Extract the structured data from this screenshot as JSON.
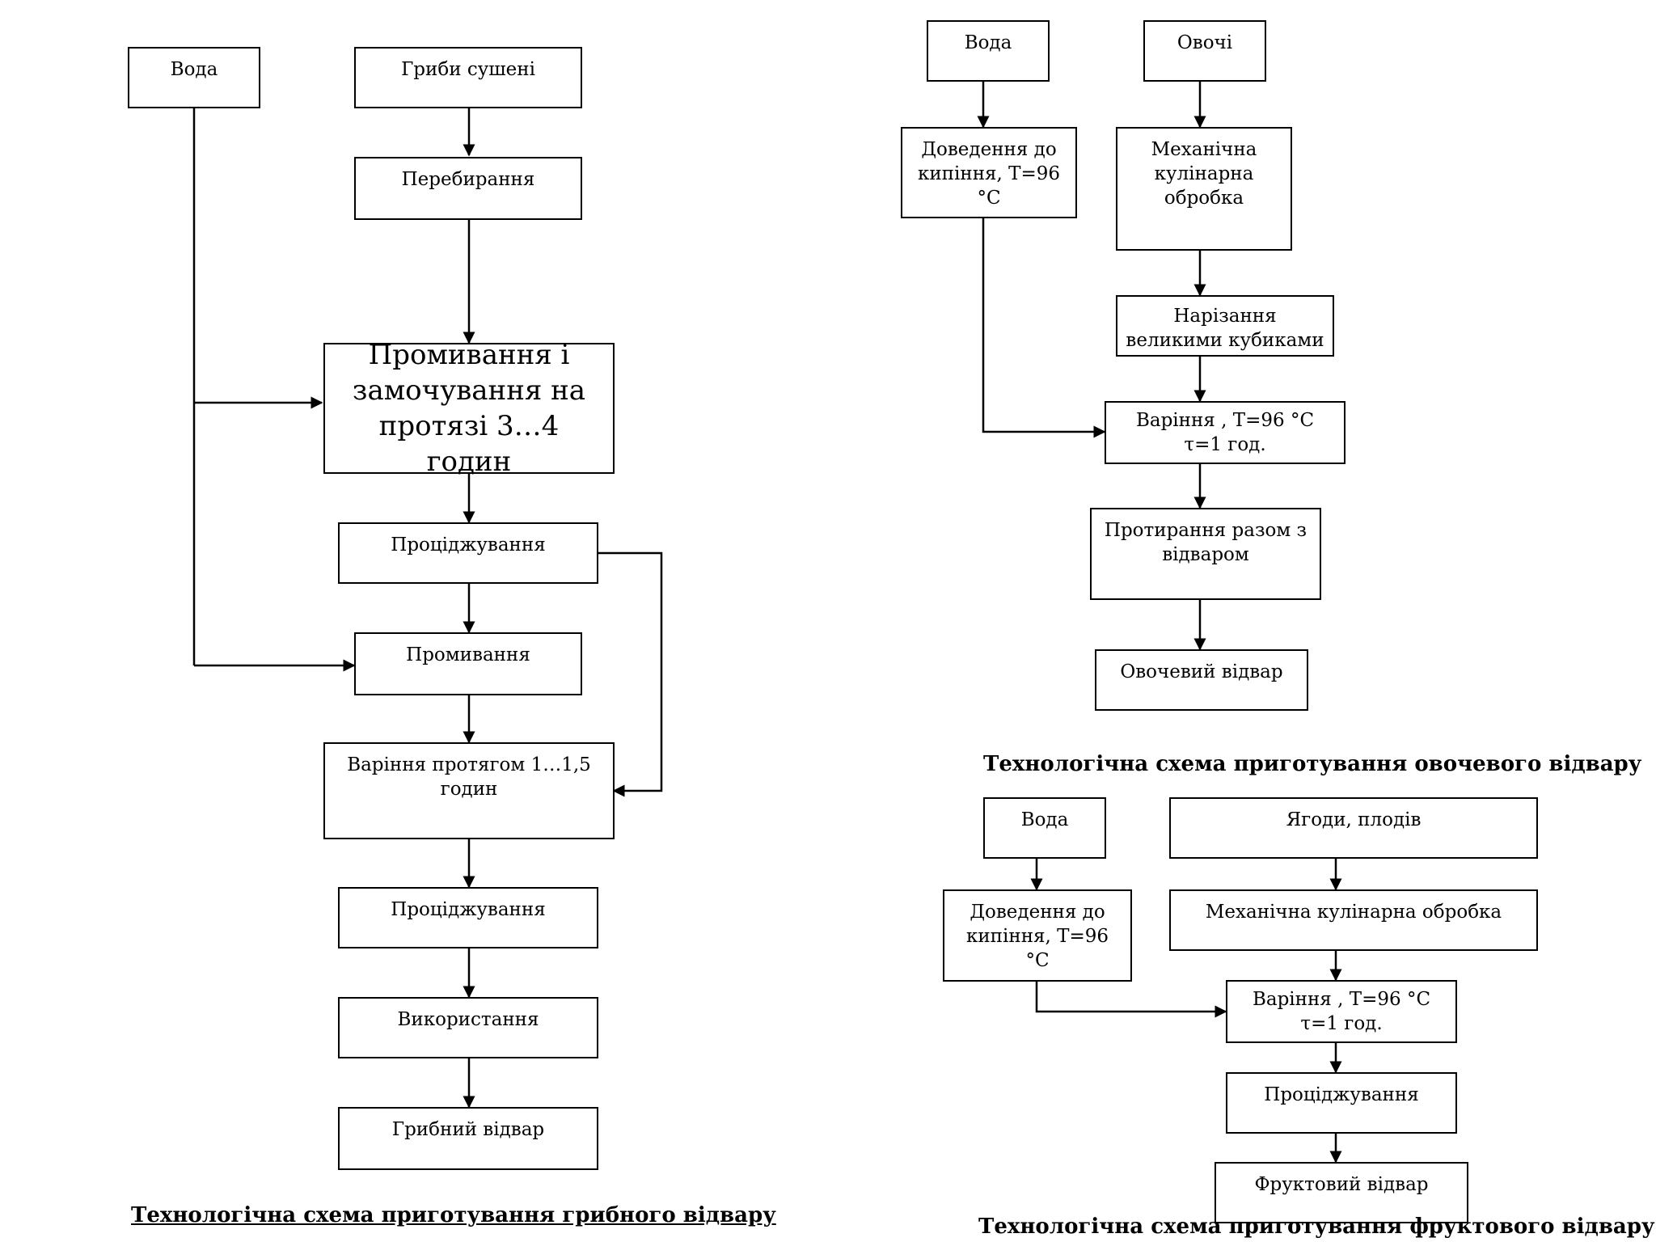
{
  "mushroom": {
    "water": "Вода",
    "dried": "Гриби сушені",
    "sort": "Перебирання",
    "soak": "Промивання і замочування на протязі 3…4 годин",
    "strain1": "Проціджування",
    "wash": "Промивання",
    "boil": "Варіння протягом 1…1,5 годин",
    "strain2": "Проціджування",
    "use": "Використання",
    "broth": "Грибний відвар",
    "caption": "Технологічна схема приготування грибного відвару"
  },
  "vegetable": {
    "water": "Вода",
    "veg": "Овочі",
    "heat": "Доведення до кипіння, Т=96 °С",
    "mech": "Механічна кулінарна обробка",
    "cut": "Нарізання великими кубиками",
    "boil_l1": "Варіння , Т=96 °С",
    "boil_l2": "τ=1 год.",
    "rub": "Протирання разом з відваром",
    "broth": "Овочевий відвар",
    "caption": "Технологічна схема приготування овочевого відвару"
  },
  "fruit": {
    "water": "Вода",
    "berries": "Ягоди, плодів",
    "heat": "Доведення до кипіння, Т=96 °С",
    "mech": "Механічна кулінарна обробка",
    "boil_l1": "Варіння , Т=96 °С",
    "boil_l2": "τ=1 год.",
    "strain": "Проціджування",
    "broth": "Фруктовий відвар",
    "caption": "Технологічна схема приготування фруктового відвару"
  }
}
